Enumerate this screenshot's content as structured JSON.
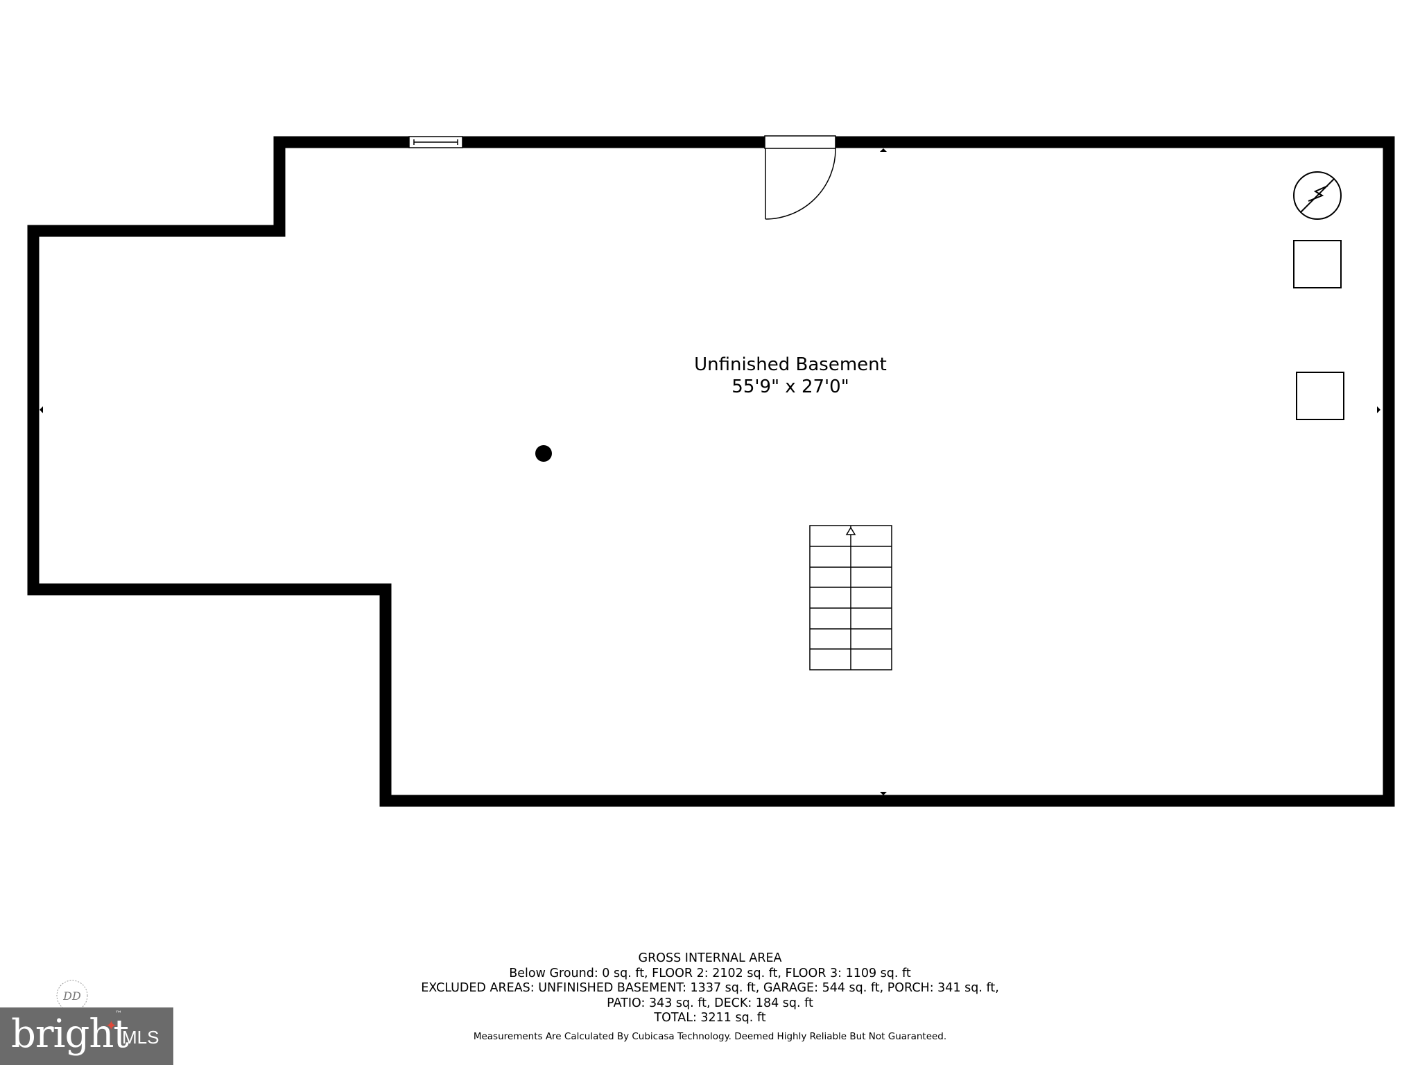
{
  "room": {
    "name": "Unfinished Basement",
    "dimensions": "55'9\" x 27'0\""
  },
  "summary": {
    "heading": "GROSS INTERNAL AREA",
    "line1": "Below Ground: 0 sq. ft, FLOOR 2: 2102 sq. ft, FLOOR 3: 1109 sq. ft",
    "line2": "EXCLUDED AREAS: UNFINISHED BASEMENT: 1337 sq. ft, GARAGE: 544 sq. ft, PORCH: 341 sq. ft,",
    "line3": "PATIO: 343 sq. ft, DECK: 184 sq. ft",
    "line4": "TOTAL: 3211 sq. ft",
    "disclaimer": "Measurements Are Calculated By Cubicasa Technology. Deemed Highly Reliable But Not Guaranteed."
  },
  "logo": {
    "word": "bright",
    "suffix": "MLS",
    "trademark": "™",
    "accent_color": "#e04a3a",
    "background_color": "#6b6b6b"
  },
  "seal": {
    "monogram": "DD"
  },
  "icons": [
    "electrical-panel-icon",
    "appliance-box-icon",
    "appliance-box-icon",
    "stairs-icon",
    "door-swing-icon",
    "window-icon",
    "support-column-icon"
  ]
}
